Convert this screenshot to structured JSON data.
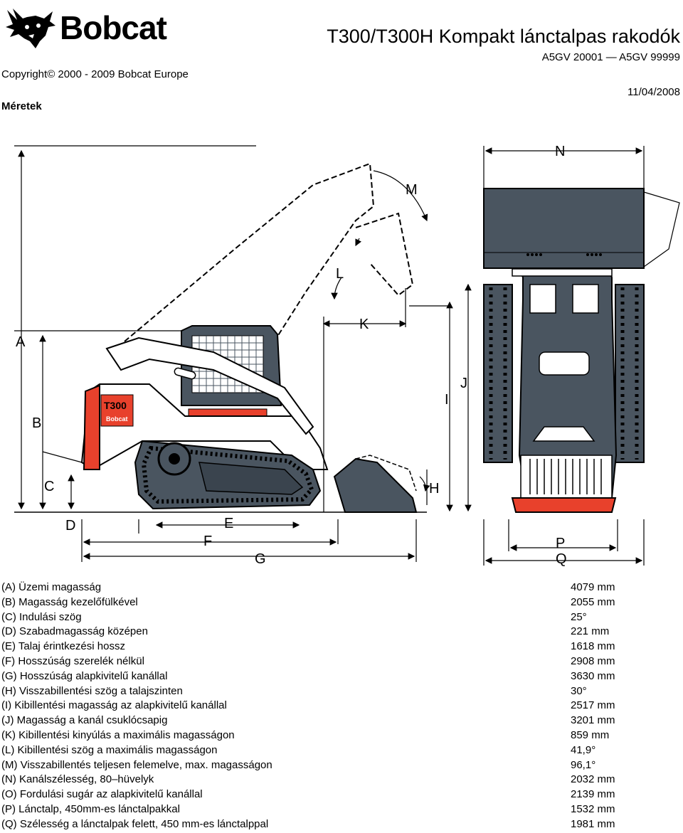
{
  "header": {
    "brand": "Bobcat",
    "title": "T300/T300H Kompakt lánctalpas rakodók",
    "serial_range": "A5GV 20001 — A5GV 99999",
    "copyright": "Copyright© 2000 - 2009 Bobcat Europe",
    "date": "11/04/2008",
    "section": "Méretek"
  },
  "diagram": {
    "machine_label": "T300",
    "machine_badge": "Bobcat",
    "letters": {
      "A": "A",
      "B": "B",
      "C": "C",
      "D": "D",
      "E": "E",
      "F": "F",
      "G": "G",
      "H": "H",
      "I": "I",
      "J": "J",
      "K": "K",
      "L": "L",
      "M": "M",
      "N": "N",
      "P": "P",
      "Q": "Q"
    },
    "colors": {
      "body": "#4a5560",
      "accent": "#e8412c",
      "outline": "#000000"
    }
  },
  "specs": [
    {
      "label": "(A) Üzemi magasság",
      "value": "4079 mm"
    },
    {
      "label": "(B) Magasság kezelőfülkével",
      "value": "2055 mm"
    },
    {
      "label": "(C) Indulási szög",
      "value": "25°"
    },
    {
      "label": "(D) Szabadmagasság középen",
      "value": "221 mm"
    },
    {
      "label": "(E) Talaj érintkezési hossz",
      "value": "1618 mm"
    },
    {
      "label": "(F) Hosszúság szerelék nélkül",
      "value": "2908 mm"
    },
    {
      "label": "(G) Hosszúság alapkivitelű kanállal",
      "value": "3630 mm"
    },
    {
      "label": "(H) Visszabillentési szög a talajszinten",
      "value": "30°"
    },
    {
      "label": "(I) Kibillentési magasság az alapkivitelű kanállal",
      "value": "2517 mm"
    },
    {
      "label": "(J) Magasság a kanál csuklócsapig",
      "value": "3201 mm"
    },
    {
      "label": "(K) Kibillentési kinyúlás a maximális magasságon",
      "value": "859 mm"
    },
    {
      "label": "(L) Kibillentési szög a maximális magasságon",
      "value": "41,9°"
    },
    {
      "label": "(M) Visszabillentés teljesen felemelve, max. magasságon",
      "value": "96,1°"
    },
    {
      "label": "(N) Kanálszélesség, 80–hüvelyk",
      "value": "2032 mm"
    },
    {
      "label": "(O) Fordulási sugár az alapkivitelű kanállal",
      "value": "2139 mm"
    },
    {
      "label": "(P) Lánctalp, 450mm-es lánctalpakkal",
      "value": "1532 mm"
    },
    {
      "label": "(Q) Szélesség a lánctalpak felett, 450 mm-es lánctalppal",
      "value": "1981 mm"
    }
  ]
}
